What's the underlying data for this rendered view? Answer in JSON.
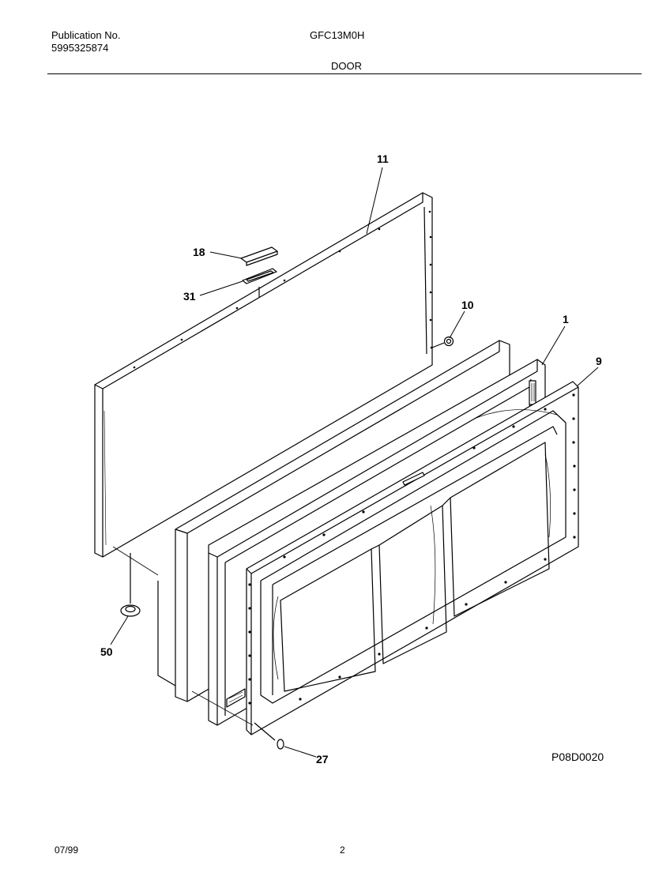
{
  "header": {
    "publication_label": "Publication No.",
    "publication_number": "5995325874",
    "model": "GFC13M0H",
    "section": "DOOR"
  },
  "diagram": {
    "drawing_code": "P08D0020",
    "callouts": {
      "c11": "11",
      "c18": "18",
      "c31": "31",
      "c10": "10",
      "c1": "1",
      "c9": "9",
      "c50": "50",
      "c27": "27"
    }
  },
  "footer": {
    "date": "07/99",
    "page": "2"
  }
}
